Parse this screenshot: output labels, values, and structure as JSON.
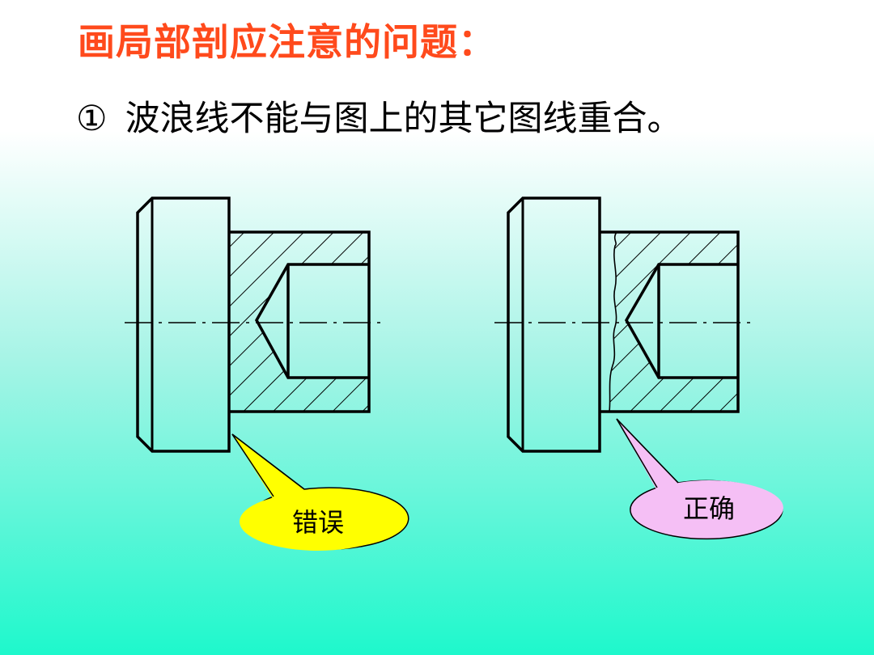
{
  "title": "画局部剖应注意的问题：",
  "points": [
    {
      "number": "①",
      "text": "波浪线不能与图上的其它图线重合。"
    }
  ],
  "callouts": {
    "wrong": {
      "label": "错误",
      "fill": "#ffff00"
    },
    "correct": {
      "label": "正确",
      "fill": "#f5bff5"
    }
  },
  "colors": {
    "title": "#ff4a1c",
    "background_top": "#ffffff",
    "background_bottom": "#1ef8cc"
  }
}
